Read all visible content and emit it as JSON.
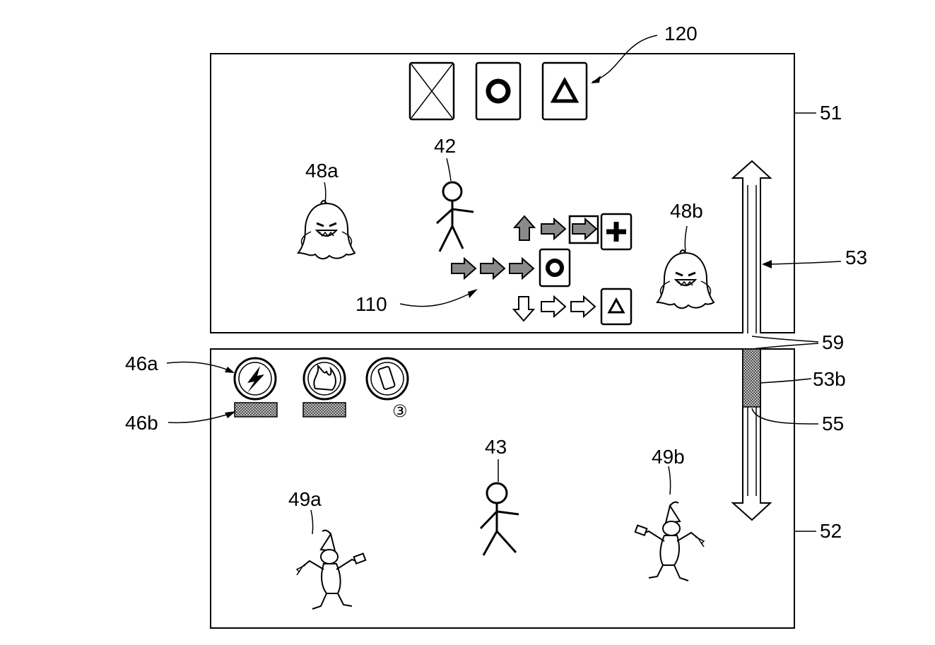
{
  "labels": {
    "upper_screen": "51",
    "lower_screen": "52",
    "slider": "53",
    "slider_knob": "53b",
    "slider_track_end": "55",
    "screen_gap": "59",
    "player_upper": "42",
    "player_lower": "43",
    "ghost_left": "48a",
    "ghost_right": "48b",
    "elf_left": "49a",
    "elf_right": "49b",
    "skill_icon": "46a",
    "skill_gauge": "46b",
    "command_tree": "110",
    "button_row": "120",
    "item_count": "③"
  },
  "buttons": [
    "cross-button",
    "circle-button",
    "triangle-button"
  ],
  "command_results": [
    "plus",
    "circle",
    "triangle"
  ],
  "skills": [
    "lightning",
    "fire",
    "can"
  ],
  "slider_position": 0.12,
  "colors": {
    "line": "#000000",
    "shade": "#8a8a8a",
    "background": "#ffffff"
  }
}
